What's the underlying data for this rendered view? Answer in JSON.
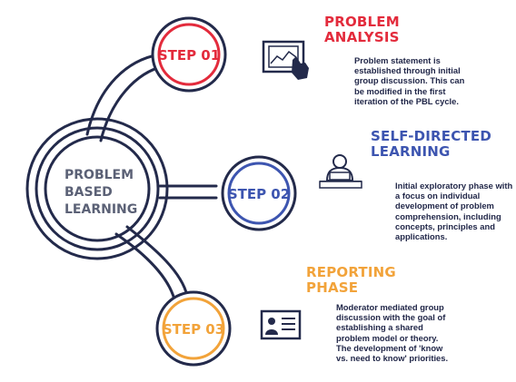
{
  "colors": {
    "navy": "#232a4b",
    "red": "#e32b3c",
    "blue": "#3d55b0",
    "orange": "#f2a33a",
    "grey_text": "#5b6176"
  },
  "center": {
    "line1": "PROBLEM",
    "line2": "BASED",
    "line3": "LEARNING"
  },
  "steps": [
    {
      "label": "STEP 01",
      "title_line1": "PROBLEM",
      "title_line2": "ANALYSIS",
      "description": "Problem statement is established through initial group discussion.  This can be modified in the first iteration of the PBL cycle.",
      "icon": "touch-screen-icon"
    },
    {
      "label": "STEP 02",
      "title_line1": "SELF-DIRECTED",
      "title_line2": "LEARNING",
      "description": "Initial exploratory phase with a focus on individual development of problem comprehension, including concepts, principles and applications.",
      "icon": "person-at-desk-icon"
    },
    {
      "label": "STEP 03",
      "title_line1": "REPORTING",
      "title_line2": "PHASE",
      "description": "Moderator mediated group discussion with the goal of establishing a shared problem model or theory. The development of 'know vs. need to know' priorities.",
      "icon": "id-card-icon"
    }
  ]
}
